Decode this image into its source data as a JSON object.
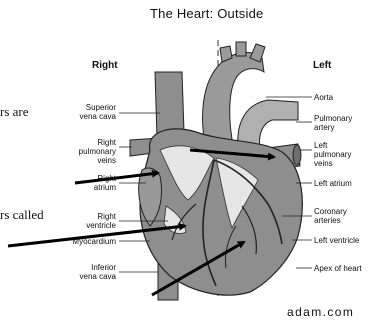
{
  "title": "The Heart: Outside",
  "side_labels": {
    "right": "Right",
    "left": "Left"
  },
  "left_labels": {
    "superior_vena_cava": [
      "Superior",
      "vena cava"
    ],
    "right_pulmonary_veins": [
      "Right",
      "pulmonary",
      "veins"
    ],
    "right_atrium": [
      "Right",
      "atrium"
    ],
    "right_ventricle": [
      "Right",
      "ventricle"
    ],
    "myocardium": [
      "Myocardium"
    ],
    "inferior_vena_cava": [
      "Inferior",
      "vena cava"
    ]
  },
  "right_labels": {
    "aorta": [
      "Aorta"
    ],
    "pulmonary_artery": [
      "Pulmonary",
      "artery"
    ],
    "left_pulmonary_veins": [
      "Left",
      "pulmonary",
      "veins"
    ],
    "left_atrium": [
      "Left atrium"
    ],
    "coronary_arteries": [
      "Coronary",
      "arteries"
    ],
    "left_ventricle": [
      "Left ventricle"
    ],
    "apex_of_heart": [
      "Apex of heart"
    ]
  },
  "overlay_text": {
    "fragment_1": "rs are",
    "fragment_2": "rs called"
  },
  "credit": "adam.com",
  "colors": {
    "heart_fill": "#8e8e8e",
    "vessel_highlight": "#e6e6e6",
    "line": "#222222"
  }
}
